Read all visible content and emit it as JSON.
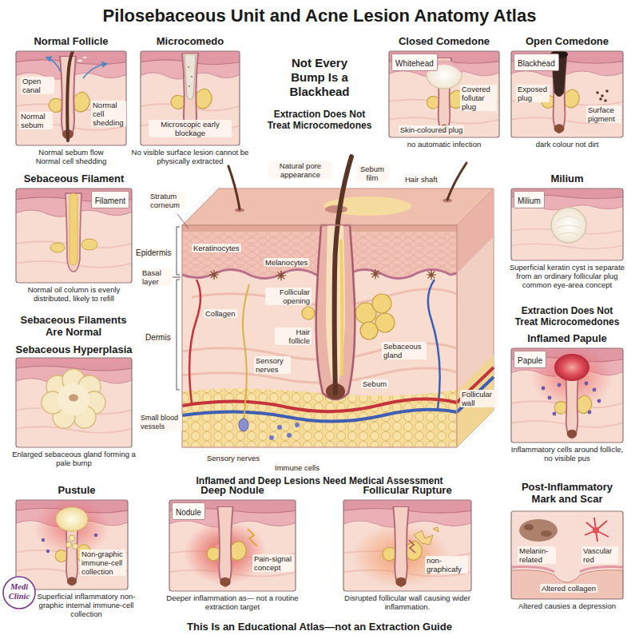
{
  "diagram": {
    "title": "Pilosebaceous Unit and Acne Lesion Anatomy Atlas",
    "caption": "This Is an Educational Atlas—not an Extraction Guide",
    "nodes": [
      {
        "text": [
          "Normal Follicle",
          "Normal sebum flow Normal cell shedding"
        ]
      },
      {
        "text": [
          "Microcomedo",
          "No visible surface lesion cannot be physically extracted"
        ]
      },
      {
        "text": [
          "Closed Comedone",
          "no automatic infection"
        ]
      },
      {
        "text": [
          "Whitehead"
        ],
        "in": 2
      },
      {
        "text": [
          "Open Comedone",
          "dark colour not dirt"
        ]
      },
      {
        "text": [
          "Blackhead"
        ],
        "in": 4
      },
      {
        "text": [
          "Sebaceous Filament",
          "Normal oil column is evenly distributed, likely to refill"
        ]
      },
      {
        "text": [
          "Filament"
        ],
        "in": 6
      },
      {
        "text": [
          "Milium",
          "Superficial keratin cyst is separate from an ordinary follicular plug common eye-area concept"
        ]
      },
      {
        "text": [
          "Milium"
        ],
        "in": 8
      },
      {
        "text": [
          "Sebaceous Hyperplasia",
          "Enlarged sebaceous gland forming a pale bump"
        ]
      },
      {
        "text": [
          "Inflamed Papule",
          "Inflammatory cells around follicle, no visible pus"
        ]
      },
      {
        "text": [
          "Papule"
        ],
        "in": 11
      },
      {
        "text": [
          "Pustule",
          "Superficial inflammatory non-graphic internal immune-cell collection"
        ]
      },
      {
        "text": [
          "Deep Nodule",
          "Deeper inflammation as— not a routine extraction target"
        ]
      },
      {
        "text": [
          "Nodule"
        ],
        "in": 14
      },
      {
        "text": [
          "Follicular Rupture",
          "Disrupted follicular wall causing wider inflammation."
        ]
      },
      {
        "text": [
          "Post-Inflammatory Mark and Scar",
          "Altered causies a depression"
        ]
      }
    ],
    "labels": [
      "Open canal",
      "Normal sebum",
      "Normal cell shedding",
      "Microscopic early blockage",
      "Not Every Bump Is a Blackhead",
      "Extraction Does Not Treat Microcomedones",
      "Covered follutar plug",
      "Skin-coloured plug",
      "Exposed plug",
      "Surface pigment",
      "Stratum corneum",
      "Natural pore appearance",
      "Sebum film",
      "Hair shaft",
      "Epidermis",
      "Keratinocytes",
      "Melanocytes",
      "Basal layer",
      "Follicular opening",
      "Dermis",
      "Collagen",
      "Hair follicle",
      "Sebaceous gland",
      "Sensory nerves",
      "Sebum",
      "Small blood vessels",
      "Sensory nerves",
      "Immune cells",
      "Follicular wall",
      "Sebaceous Filaments Are Normal",
      "Extraction Does Not Treat Microcomedones",
      "Inflamed and Deep Lesions Need Medical Assessment",
      "Non-graphic immune-cell collection",
      "Pain-signal concept",
      "non-graphicafy",
      "Melanin-related",
      "Vascular red",
      "Altered collagen",
      "Medi Clinic"
    ]
  }
}
